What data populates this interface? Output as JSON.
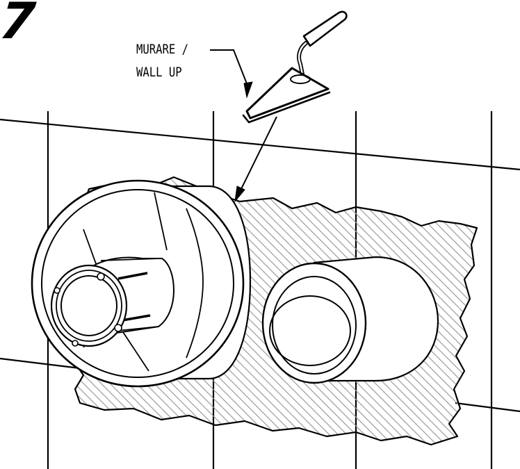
{
  "step": {
    "number": "7"
  },
  "callout": {
    "line1": "MURARE /",
    "line2": "WALL UP"
  },
  "colors": {
    "ink": "#000000",
    "hatch": "#9a9a9a",
    "paper": "#ffffff"
  },
  "icons": [
    "trowel-icon",
    "wall-box-housing",
    "pipe-fitting",
    "arrow-callout"
  ]
}
